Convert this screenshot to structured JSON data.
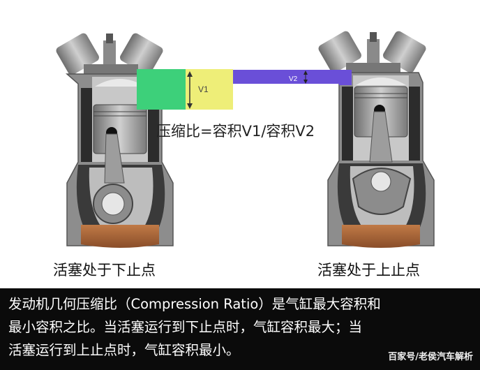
{
  "labels": {
    "v1": "V1",
    "v2": "V2",
    "formula": "压缩比=容积V1/容积V2",
    "left_caption": "活塞处于下止点",
    "right_caption": "活塞处于上止点"
  },
  "description": {
    "line1": "发动机几何压缩比（Compression Ratio）是气缸最大容积和",
    "line2": "最小容积之比。当活塞运行到下止点时，气缸容积最大；当",
    "line3": "活塞运行到上止点时，气缸容积最小。"
  },
  "watermark": "百家号/老侯汽车解析",
  "colors": {
    "v1_green": "#3dd07a",
    "v1_yellow": "#eeee78",
    "v2_purple": "#6a4fd8",
    "oil": "#a9663a",
    "engine_gray": "#9a9a9a",
    "banner_bg": "#0b0b0b"
  }
}
